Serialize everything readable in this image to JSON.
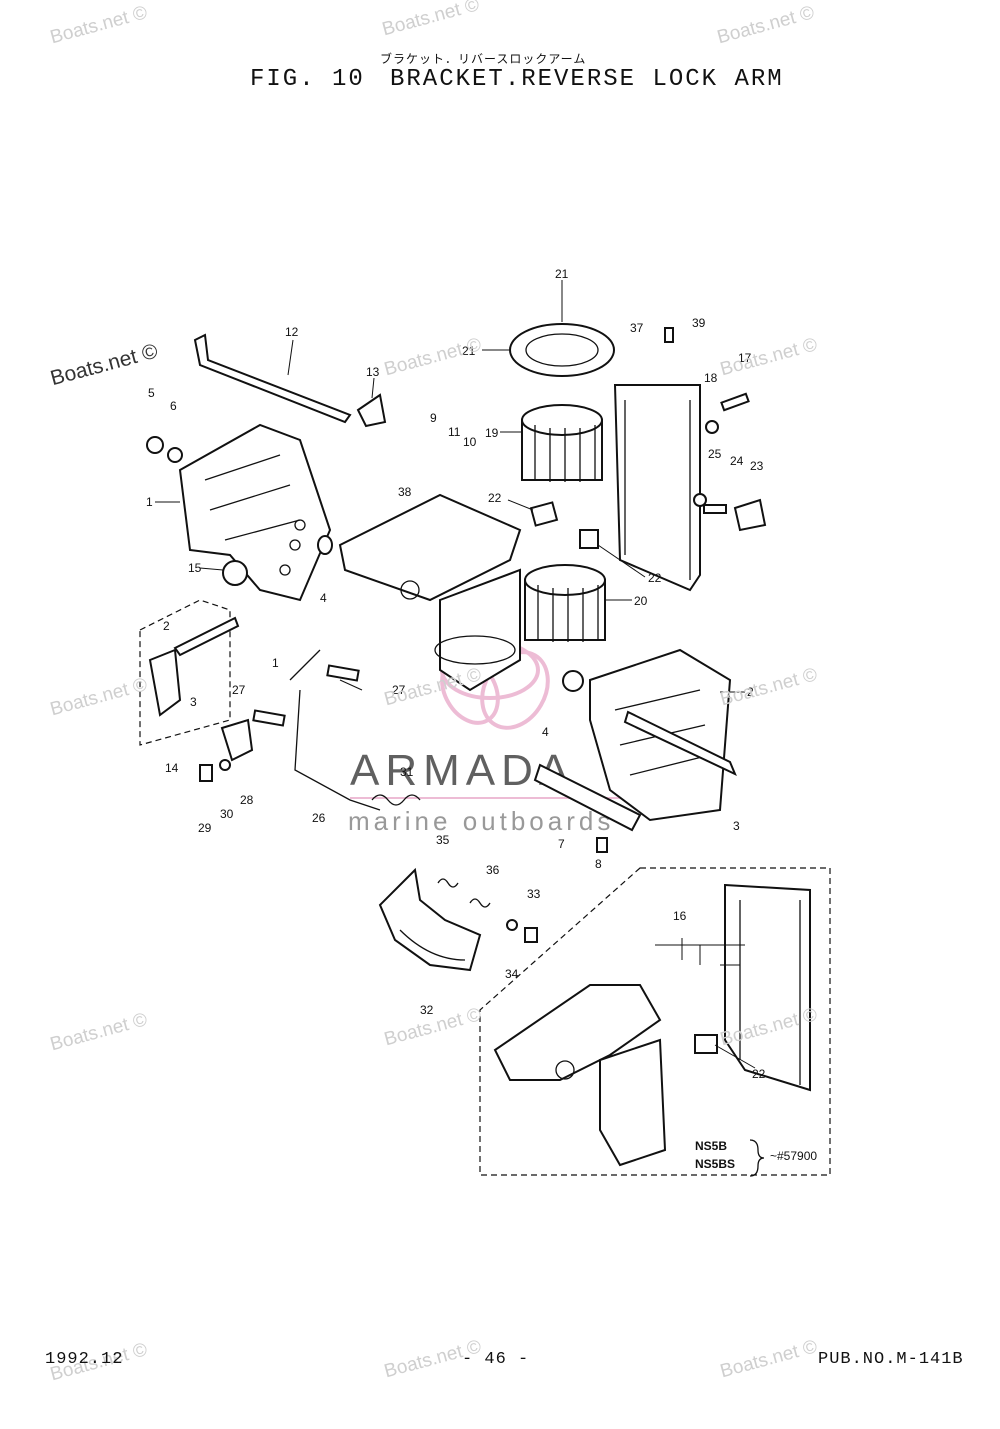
{
  "header": {
    "japanese_title": "ブラケット．リバースロックアーム",
    "fig_label": "FIG. 10",
    "title": "BRACKET.REVERSE LOCK ARM"
  },
  "footer": {
    "date": "1992.12",
    "page": "- 46 -",
    "pub_no": "PUB.NO.M-141B"
  },
  "watermarks": {
    "site": "Boats.net ©",
    "brand_main": "ARMADA",
    "brand_sub": "marine outboards"
  },
  "variant_note": {
    "models": [
      "NS5B",
      "NS5BS"
    ],
    "serial": "~#57900"
  },
  "callouts": [
    "1",
    "2",
    "3",
    "4",
    "5",
    "6",
    "7",
    "8",
    "9",
    "10",
    "11",
    "12",
    "13",
    "14",
    "15",
    "16",
    "17",
    "18",
    "19",
    "20",
    "21",
    "22",
    "23",
    "24",
    "25",
    "26",
    "27",
    "28",
    "29",
    "30",
    "31",
    "32",
    "33",
    "34",
    "35",
    "36",
    "37",
    "38",
    "39"
  ],
  "colors": {
    "ink": "#111111",
    "watermark": "#cfcfcf",
    "logo_pink": "#e8a6c8"
  }
}
